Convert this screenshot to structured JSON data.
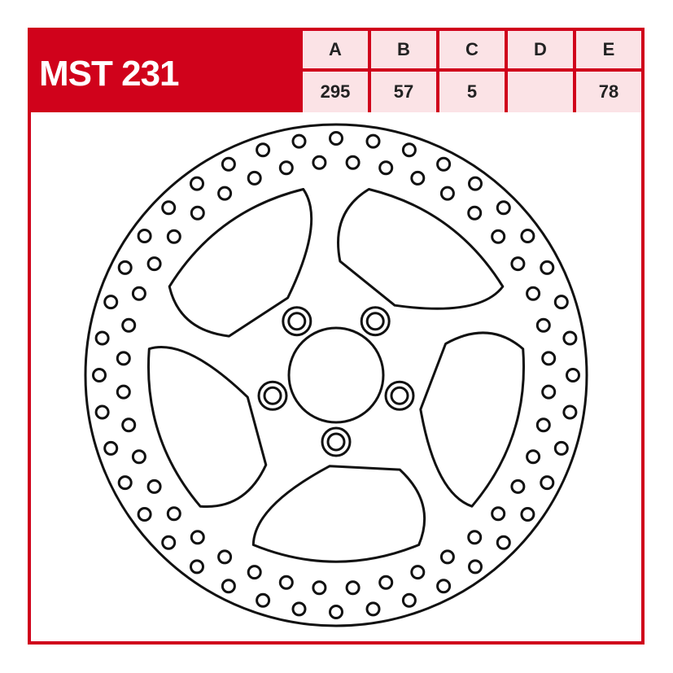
{
  "product": {
    "code": "MST 231"
  },
  "spec_table": {
    "headers": [
      "A",
      "B",
      "C",
      "D",
      "E"
    ],
    "values": [
      "295",
      "57",
      "5",
      "",
      "78"
    ]
  },
  "colors": {
    "brand_red": "#d0021b",
    "table_fill": "#fbe3e6",
    "line": "#111111"
  },
  "disc": {
    "mounting_hole_count": 5,
    "cutout_count": 5,
    "ventilation_hole_rows": 2
  }
}
